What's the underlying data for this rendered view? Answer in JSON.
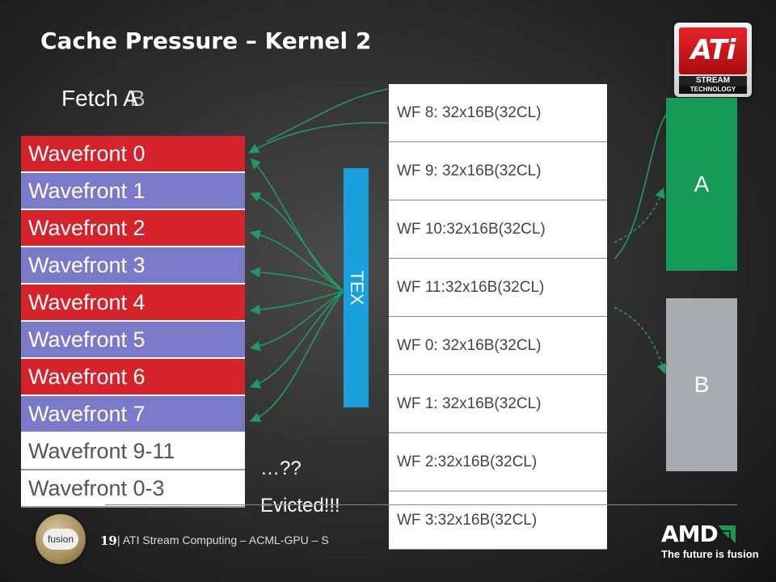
{
  "slide": {
    "title": "Cache Pressure – Kernel 2",
    "page_number": "19",
    "footer_text": "| ATI Stream Computing – ACML-GPU – S"
  },
  "logo": {
    "brand": "ATi",
    "line1": "STREAM",
    "line2": "TECHNOLOGY"
  },
  "fetch": {
    "label": "Fetch A",
    "ghost_label": "B"
  },
  "wavefronts": [
    {
      "label": "Wavefront 0",
      "color": "red"
    },
    {
      "label": "Wavefront 1",
      "color": "blue"
    },
    {
      "label": "Wavefront 2",
      "color": "red"
    },
    {
      "label": "Wavefront 3",
      "color": "blue"
    },
    {
      "label": "Wavefront 4",
      "color": "red"
    },
    {
      "label": "Wavefront 5",
      "color": "blue"
    },
    {
      "label": "Wavefront 6",
      "color": "red"
    },
    {
      "label": "Wavefront 7",
      "color": "blue"
    },
    {
      "label": "Wavefront 9-11",
      "color": "white"
    },
    {
      "label": "Wavefront 0-3",
      "color": "white"
    }
  ],
  "tex": {
    "label": "TEX"
  },
  "cache_entries": [
    "WF 8: 32x16B(32CL)",
    "WF 9: 32x16B(32CL)",
    "WF 10:32x16B(32CL)",
    "WF 11:32x16B(32CL)",
    "WF 0: 32x16B(32CL)",
    "WF 1: 32x16B(32CL)",
    "WF 2:32x16B(32CL)",
    "WF 3:32x16B(32CL)"
  ],
  "ghost_suffixes": [
    "CL)",
    "CL)",
    "CL)",
    "CL)",
    "CL)",
    "CL)",
    "CL)",
    "CL)",
    "CL)",
    "CL)",
    "CL)",
    "CL)",
    "CL)"
  ],
  "memory": {
    "a_label": "A",
    "b_label": "B"
  },
  "annotations": {
    "question": "…??",
    "evicted": "Evicted!!!"
  },
  "amd": {
    "brand": "AMD",
    "tagline": "The future is fusion"
  },
  "fusion_badge": "fusion",
  "colors": {
    "red": "#d6222a",
    "blue": "#7a7ac8",
    "tex": "#1aa0dc",
    "green": "#159a57",
    "gray": "#a8acb0",
    "arrow": "#1f9a63"
  }
}
